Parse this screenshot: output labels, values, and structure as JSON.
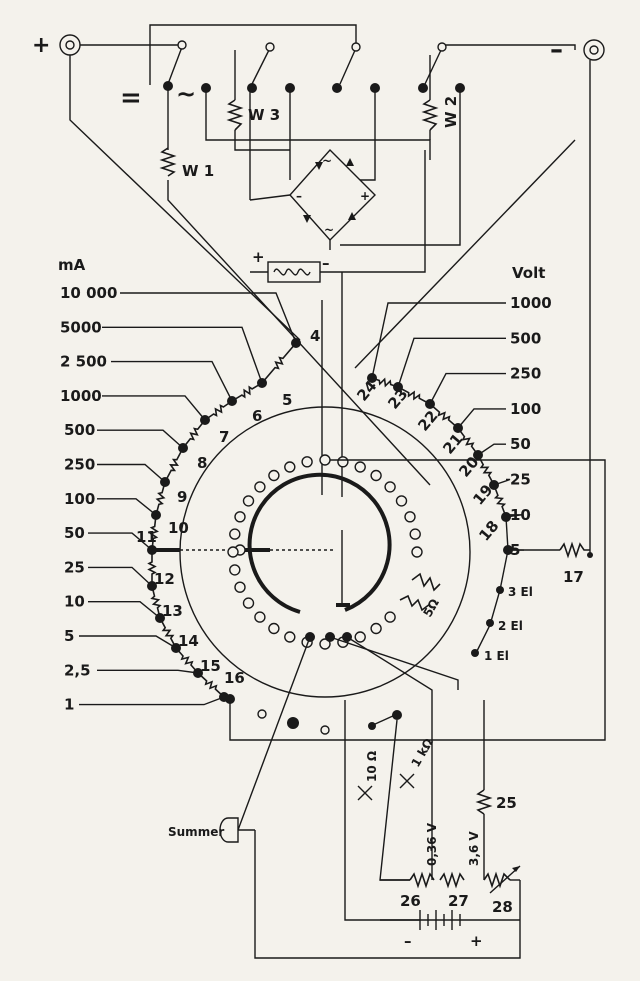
{
  "terminals": {
    "plus": "+",
    "minus": "–"
  },
  "mode": {
    "dc": "=",
    "ac": "~"
  },
  "shunts": {
    "w1": "W 1",
    "w2": "W 2",
    "w3": "W 3"
  },
  "meter": {
    "plus": "+",
    "minus": "–"
  },
  "rectifier": {
    "ac1": "~",
    "ac2": "~",
    "neg": "–",
    "pos": "+"
  },
  "ma_scale": {
    "title": "mA",
    "ranges": [
      "10 000",
      "5000",
      "2 500",
      "1000",
      "500",
      "250",
      "100",
      "50",
      "25",
      "10",
      "5",
      "2,5",
      "1"
    ],
    "taps": [
      "4",
      "5",
      "6",
      "7",
      "8",
      "9",
      "10",
      "11",
      "12",
      "13",
      "14",
      "15",
      "16"
    ]
  },
  "volt_scale": {
    "title": "Volt",
    "ranges": [
      "1000",
      "500",
      "250",
      "100",
      "50",
      "25",
      "10",
      "5"
    ],
    "taps": [
      "24",
      "23",
      "22",
      "21",
      "20",
      "19",
      "18"
    ],
    "el_labels": [
      "3 El",
      "2 El",
      "1 El"
    ],
    "r17": "17"
  },
  "ohm": {
    "r10": "10 Ω",
    "r1k": "1 kΩ",
    "r5": "5Ω"
  },
  "battery": {
    "r25": "25",
    "v036": "0,36 V",
    "v36": "3,6 V",
    "r26": "26",
    "r27": "27",
    "r28": "28",
    "neg": "–",
    "pos": "+"
  },
  "summer": "Summer"
}
